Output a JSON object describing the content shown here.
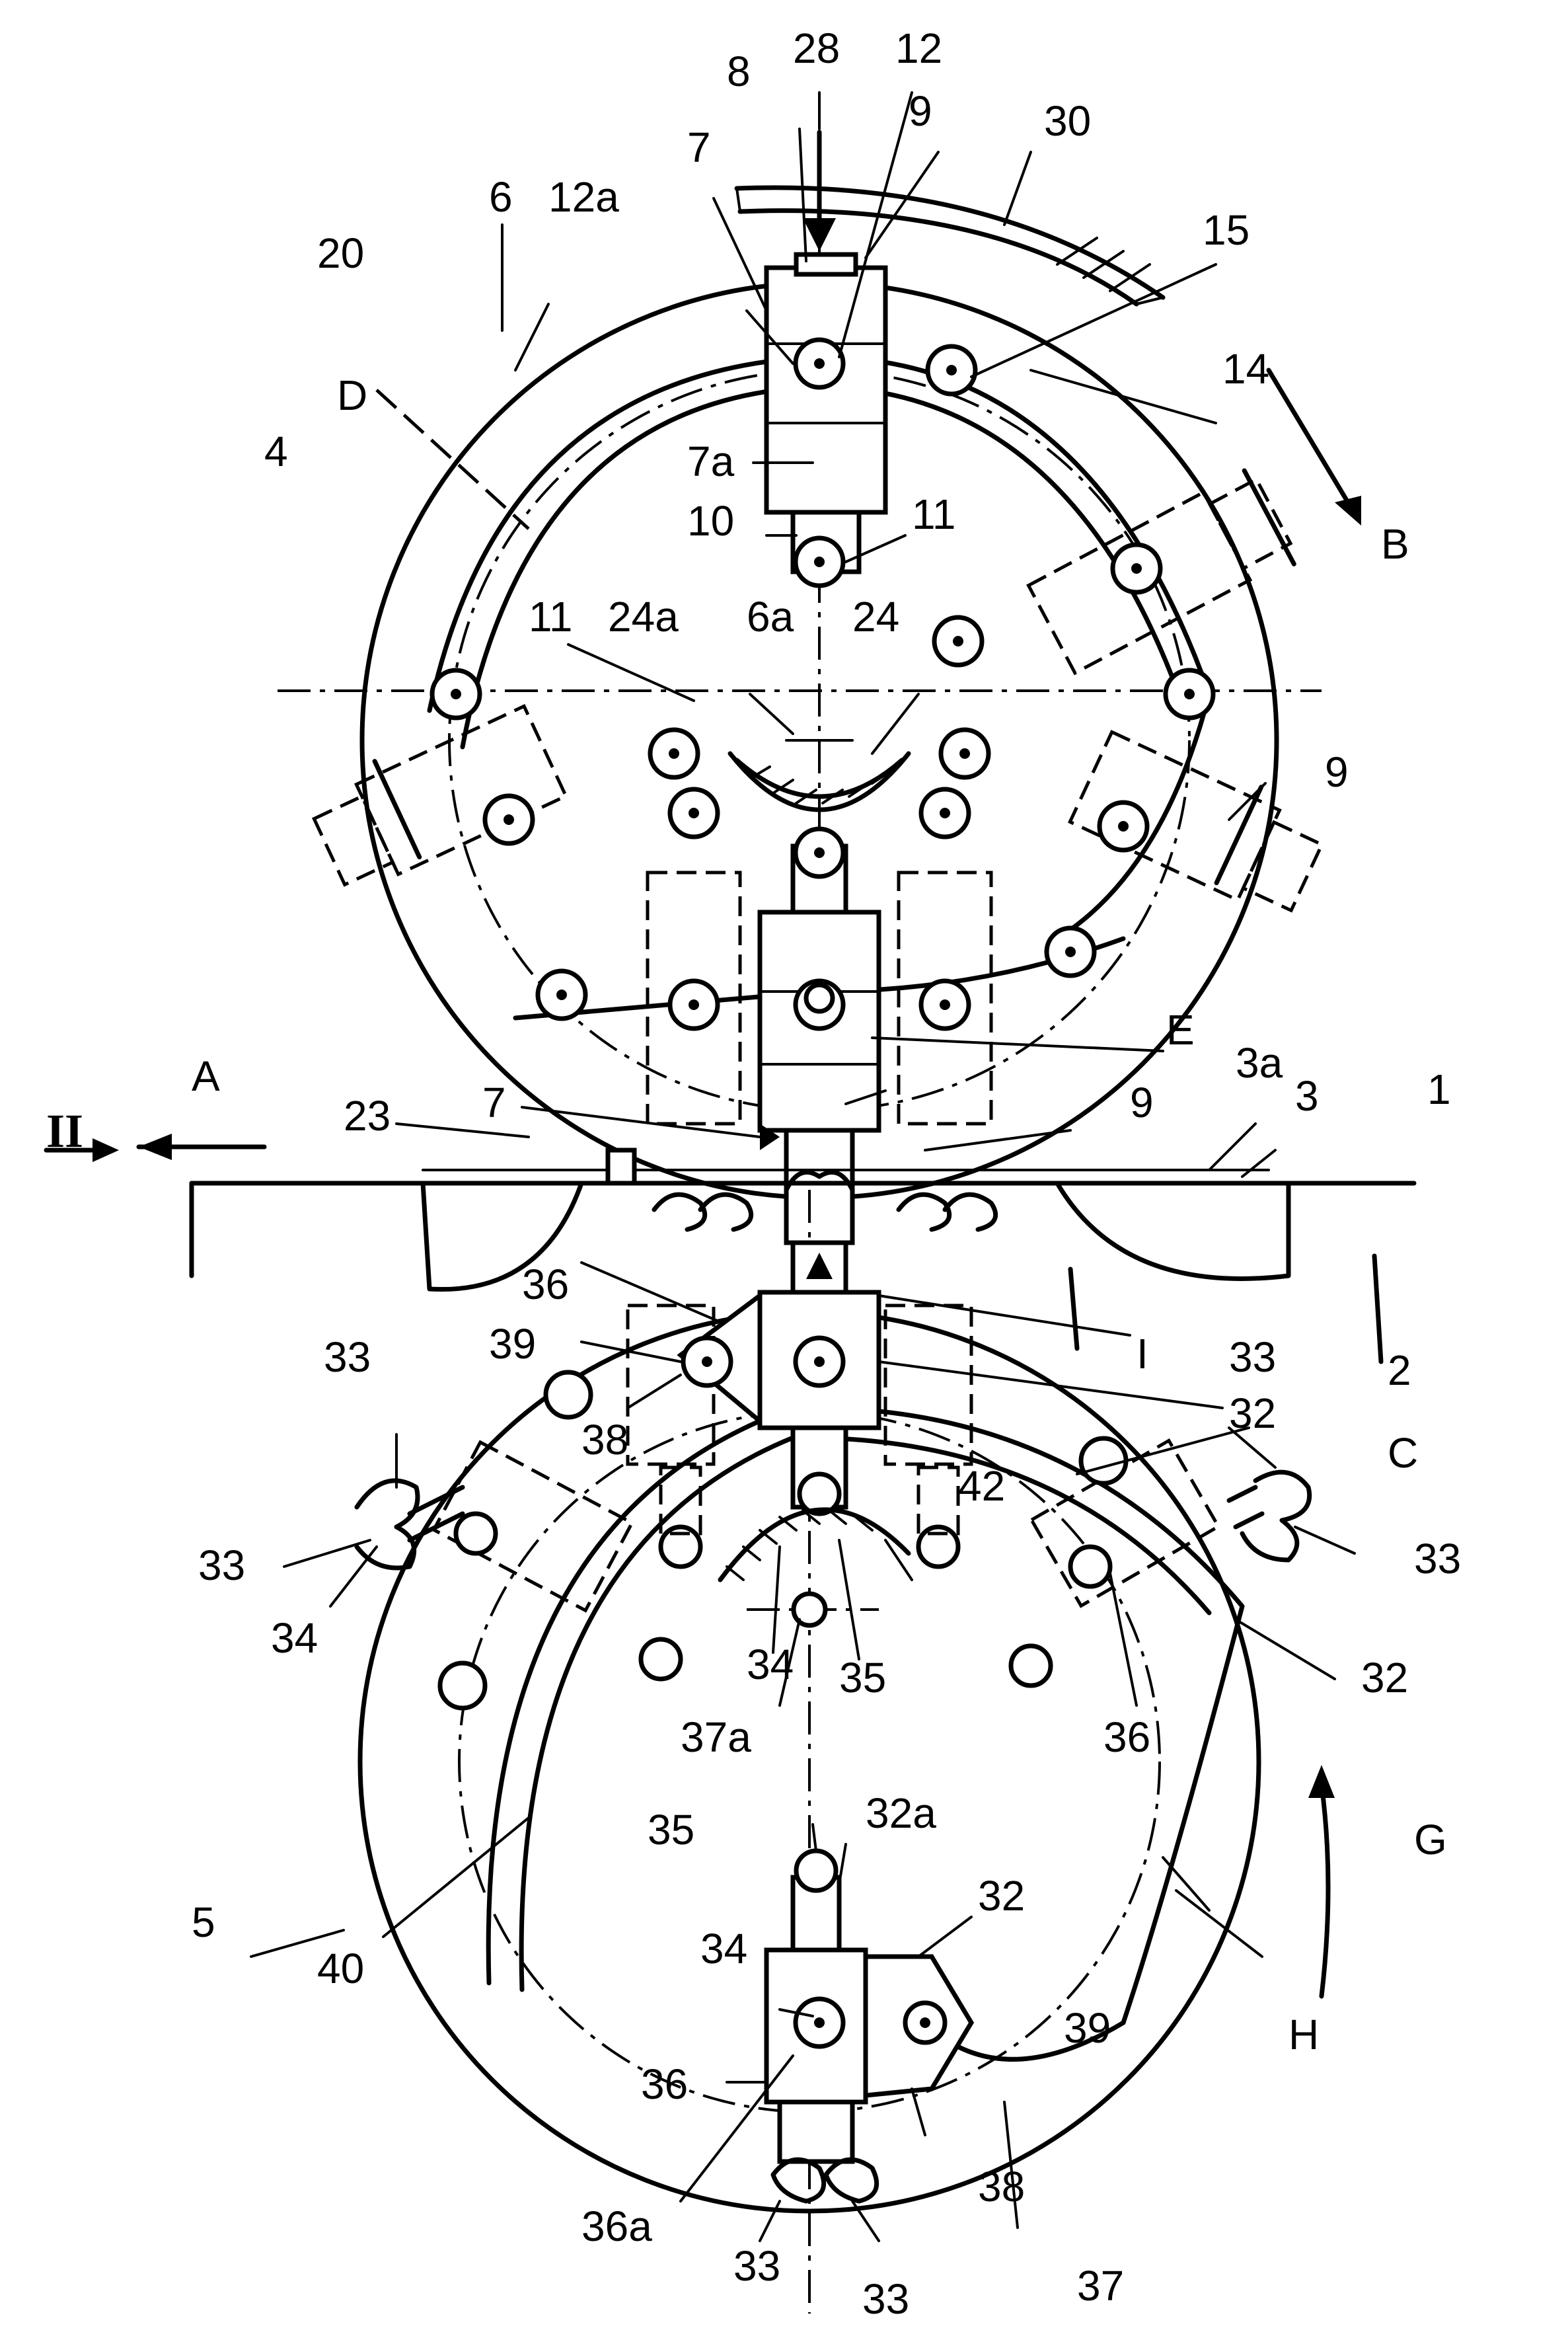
{
  "labels": {
    "l28": "28",
    "l12": "12",
    "l8": "8",
    "l9a": "9",
    "l30": "30",
    "l7a": "7",
    "l6": "6",
    "l12a": "12a",
    "l15": "15",
    "l20": "20",
    "lD": "D",
    "l14": "14",
    "l4": "4",
    "l7a2": "7a",
    "l10": "10",
    "l11a": "11",
    "lB": "B",
    "l11b": "11",
    "l24a": "24a",
    "l6a": "6a",
    "l24": "24",
    "l9b": "9",
    "lE": "E",
    "l3a": "3a",
    "lA": "A",
    "l3": "3",
    "l1": "1",
    "l23": "23",
    "l7b": "7",
    "l9c": "9",
    "lII": "II",
    "l36a": "36",
    "l39a": "39",
    "lI": "I",
    "l33a": "33",
    "l33b": "33",
    "l32a": "32",
    "l2": "2",
    "lC": "C",
    "l38a": "38",
    "l42": "42",
    "l33c": "33",
    "l33d": "33",
    "l34a": "34",
    "l34b": "34",
    "l35a": "35",
    "l32b": "32",
    "l36b": "36",
    "l37a": "37a",
    "l32a2": "32a",
    "l35b": "35",
    "lG": "G",
    "l32c": "32",
    "l5": "5",
    "l34c": "34",
    "l40": "40",
    "l39b": "39",
    "lH": "H",
    "l36c": "36",
    "l38b": "38",
    "l36a2": "36a",
    "l37": "37",
    "l33e": "33",
    "l33f": "33"
  }
}
